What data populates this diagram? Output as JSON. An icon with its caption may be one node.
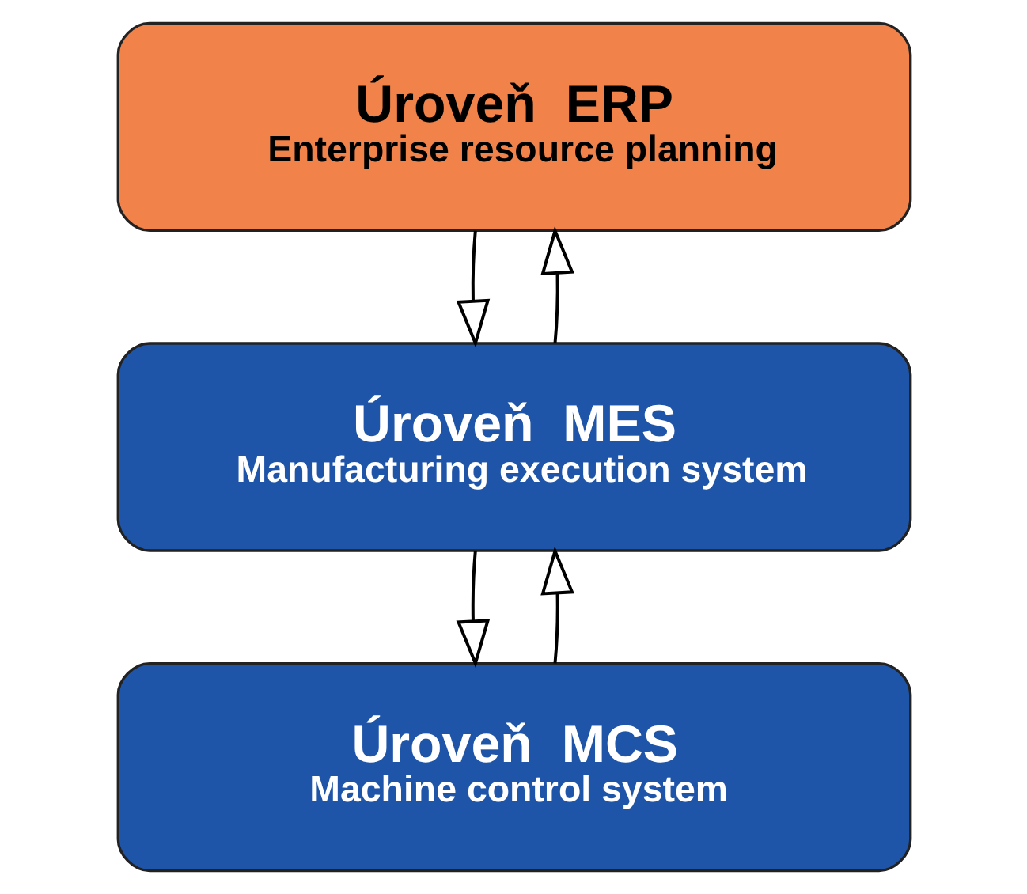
{
  "diagram": {
    "nodes": [
      {
        "text": [
          "Úroveň  ERP",
          "Enterprise resource planning"
        ]
      },
      {
        "text": [
          "Úroveň  MES",
          "Manufacturing execution system"
        ]
      },
      {
        "text": [
          "Úroveň  MCS",
          "Machine control system"
        ]
      }
    ],
    "edges": [
      {
        "from": 1,
        "to": 0,
        "arrow": "to"
      },
      {
        "from": 0,
        "to": 1,
        "arrow": "to"
      },
      {
        "from": 2,
        "to": 1,
        "arrow": "to"
      },
      {
        "from": 1,
        "to": 2,
        "arrow": "to"
      }
    ]
  }
}
